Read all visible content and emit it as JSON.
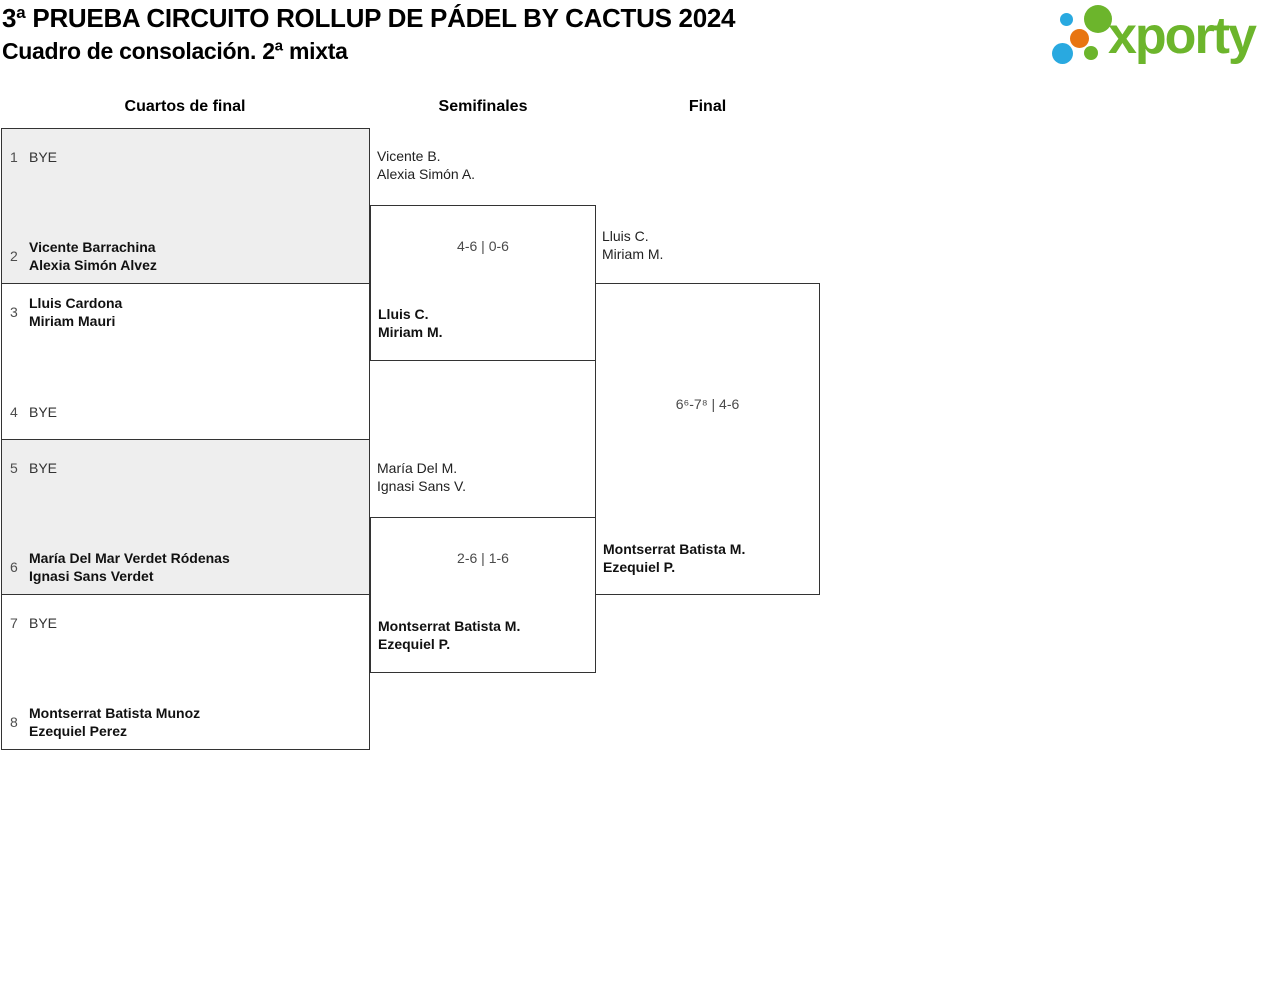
{
  "header": {
    "title": "3ª PRUEBA CIRCUITO ROLLUP DE PÁDEL BY CACTUS 2024",
    "subtitle": "Cuadro de consolación. 2ª mixta",
    "logo": {
      "brand": "xporty"
    }
  },
  "colors": {
    "logo_green": "#6CB52C",
    "logo_blue": "#29A9E0",
    "logo_orange": "#E87511",
    "shaded_cell_bg": "#EEEEEE",
    "border": "#333333"
  },
  "rounds": [
    {
      "label": "Cuartos de final"
    },
    {
      "label": "Semifinales"
    },
    {
      "label": "Final"
    }
  ],
  "quarterfinals": [
    {
      "top": {
        "seed": "1",
        "line1": "BYE",
        "line2": ""
      },
      "bottom": {
        "seed": "2",
        "line1": "Vicente Barrachina",
        "line2": "Alexia Simón Alvez"
      }
    },
    {
      "top": {
        "seed": "3",
        "line1": "Lluis Cardona",
        "line2": "Miriam Mauri"
      },
      "bottom": {
        "seed": "4",
        "line1": "BYE",
        "line2": ""
      }
    },
    {
      "top": {
        "seed": "5",
        "line1": "BYE",
        "line2": ""
      },
      "bottom": {
        "seed": "6",
        "line1": "María Del Mar Verdet Ródenas",
        "line2": "Ignasi Sans Verdet"
      }
    },
    {
      "top": {
        "seed": "7",
        "line1": "BYE",
        "line2": ""
      },
      "bottom": {
        "seed": "8",
        "line1": "Montserrat Batista Munoz",
        "line2": "Ezequiel Perez"
      }
    }
  ],
  "semifinals": [
    {
      "feeder": {
        "line1": "Vicente B.",
        "line2": "Alexia Simón A."
      },
      "score": "4-6 | 0-6",
      "winner": {
        "line1": "Lluis C.",
        "line2": "Miriam M."
      }
    },
    {
      "feeder": {
        "line1": "María Del M.",
        "line2": "Ignasi Sans V."
      },
      "score": "2-6 | 1-6",
      "winner": {
        "line1": "Montserrat Batista M.",
        "line2": "Ezequiel P."
      }
    }
  ],
  "final": {
    "feeder": {
      "line1": "Lluis C.",
      "line2": "Miriam M."
    },
    "score": "6⁶-7⁸ | 4-6",
    "winner": {
      "line1": "Montserrat Batista M.",
      "line2": "Ezequiel P."
    }
  }
}
